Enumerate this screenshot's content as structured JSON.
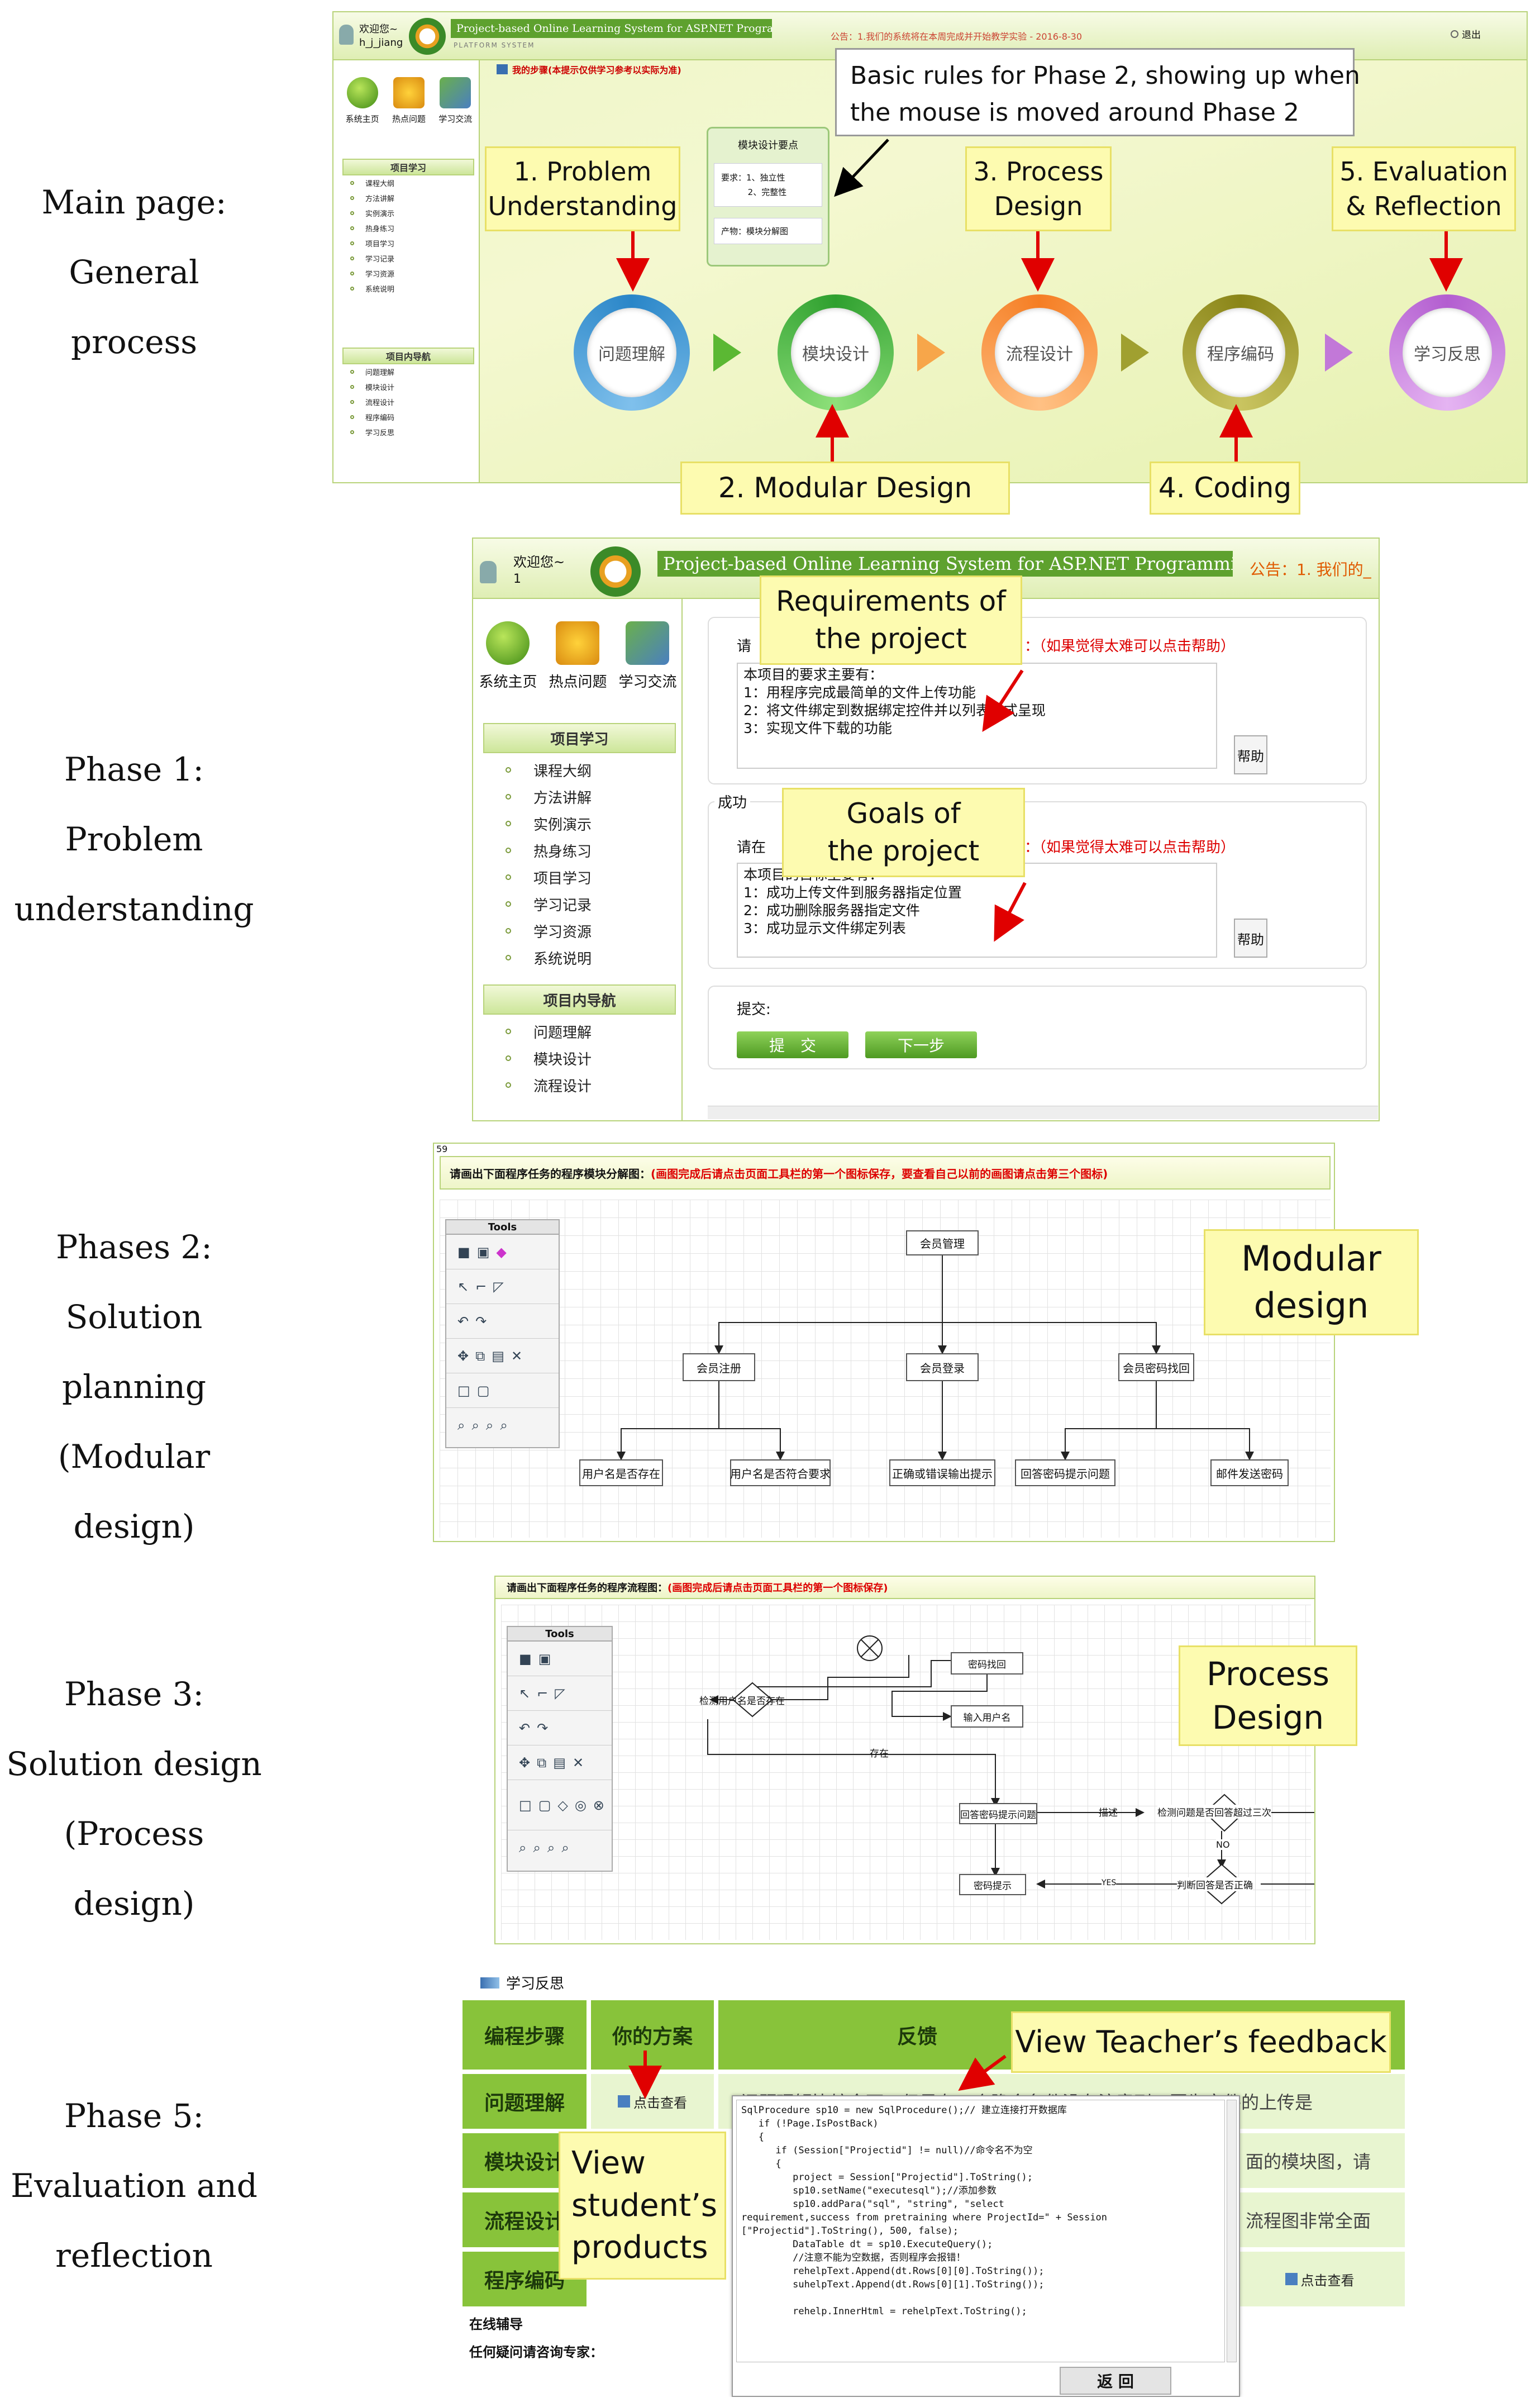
{
  "labels": {
    "main": [
      "Main page:",
      "General",
      "process"
    ],
    "phase1": [
      "Phase 1:",
      "Problem",
      "understanding"
    ],
    "phase2": [
      "Phases 2:",
      "Solution",
      "planning",
      "(Modular design)"
    ],
    "phase3": [
      "Phase 3:",
      "Solution design",
      "(Process design)"
    ],
    "phase5": [
      "Phase 5:",
      "Evaluation and",
      "reflection"
    ]
  },
  "main_page": {
    "app_title": "Project-based Online Learning System for ASP.NET Programming",
    "subtitle": "PLATFORM SYSTEM",
    "welcome": "欢迎您~",
    "user": "h_j_jiang",
    "notice": "公告：1.我们的系统将在本周完成并开始教学实验 - 2016-8-30",
    "logout": "退出",
    "nav_icons": [
      "系统主页",
      "热点问题",
      "学习交流"
    ],
    "sidebar_sections": [
      {
        "title": "项目学习",
        "items": [
          "课程大纲",
          "方法讲解",
          "实例演示",
          "热身练习",
          "项目学习",
          "学习记录",
          "学习资源",
          "系统说明"
        ]
      },
      {
        "title": "项目内导航",
        "items": [
          "问题理解",
          "模块设计",
          "流程设计",
          "程序编码",
          "学习反思"
        ]
      }
    ],
    "steps_banner": "我的步骤(本提示仅供学习参考以实际为准)",
    "tooltip": {
      "title": "模块设计要点",
      "req": "要求：1、独立性\n          2、完整性",
      "product": "产物：模块分解图"
    },
    "phases": [
      "问题理解",
      "模块设计",
      "流程设计",
      "程序编码",
      "学习反思"
    ],
    "callouts": {
      "problem": "1. Problem\nUnderstanding",
      "modular": "2. Modular Design",
      "process": "3. Process\nDesign",
      "coding": "4. Coding",
      "eval": "5. Evaluation\n& Reflection",
      "rules": "Basic rules for Phase 2, showing up when\nthe mouse is moved around Phase 2"
    }
  },
  "phase1_page": {
    "app_title": "Project-based Online Learning System for ASP.NET Programming",
    "welcome": "欢迎您~",
    "user": "1",
    "notice": "公告：1. 我们的_",
    "nav_icons": [
      "系统主页",
      "热点问题",
      "学习交流"
    ],
    "sidebar_sections": [
      {
        "title": "项目学习",
        "items": [
          "课程大纲",
          "方法讲解",
          "实例演示",
          "热身练习",
          "项目学习",
          "学习记录",
          "学习资源",
          "系统说明"
        ]
      },
      {
        "title": "项目内导航",
        "items": [
          "问题理解",
          "模块设计",
          "流程设计"
        ]
      }
    ],
    "req_label": "请",
    "help_hint": "：（如果觉得太难可以点击帮助）",
    "req_text": "本项目的要求主要有：\n1：用程序完成最简单的文件上传功能\n2：将文件绑定到数据绑定控件并以列表形式呈现\n3：实现文件下载的功能",
    "success_label": "成功",
    "goal_label": "请在",
    "goal_text": "本项目的目标主要有：\n1：成功上传文件到服务器指定位置\n2：成功删除服务器指定文件\n3：成功显示文件绑定列表",
    "help_button": "帮助",
    "submit_label": "提交:",
    "submit_button": "提　交",
    "next_button": "下一步",
    "callouts": {
      "requirements": "Requirements of\nthe project",
      "goals": "Goals of\nthe project"
    }
  },
  "phase2_page": {
    "corner": "59",
    "instruction": "请画出下面程序任务的程序模块分解图：",
    "instruction_hint": "(画图完成后请点击页面工具栏的第一个图标保存，要查看自己以前的画图请点击第三个图标)",
    "tools_title": "Tools",
    "nodes": {
      "root": "会员管理",
      "reg": "会员注册",
      "login": "会员登录",
      "recover": "会员密码找回",
      "l1": "用户名是否存在",
      "l2": "用户名是否符合要求",
      "l3": "正确或错误输出提示",
      "l4": "回答密码提示问题",
      "l5": "邮件发送密码"
    },
    "callout": "Modular\ndesign"
  },
  "phase3_page": {
    "instruction": "请画出下面程序任务的程序流程图：",
    "instruction_hint": "(画图完成后请点击页面工具栏的第一个图标保存)",
    "tools_title": "Tools",
    "nodes": {
      "find": "密码找回",
      "input": "输入用户名",
      "check_user": "检测用户名是否存在",
      "exists": "存在",
      "answer": "回答密码提示问题",
      "answer_label": "描述",
      "check3": "检测问题是否回答超过三次",
      "no": "NO",
      "yes": "YES",
      "judge": "判断回答是否正确",
      "hint": "密码提示"
    },
    "callout": "Process\nDesign"
  },
  "phase5_page": {
    "section_title": "学习反思",
    "headers": [
      "编程步骤",
      "你的方案",
      "反馈"
    ],
    "rows": [
      "问题理解",
      "模块设计",
      "流程设计",
      "程序编码"
    ],
    "view_link": "点击查看",
    "feedback1": "问题理解比较全面，但是有一个隐含条件没有注意到，因为文件的上传是",
    "feedback2": "面的模块图，请",
    "feedback3": "流程图非常全面",
    "online_help": "在线辅导",
    "question": "任何疑问请咨询专家：",
    "code": "SqlProcedure sp10 = new SqlProcedure();// 建立连接打开数据库\n   if (!Page.IsPostBack)\n   {\n      if (Session[\"Projectid\"] != null)//命令名不为空\n      {\n         project = Session[\"Projectid\"].ToString();\n         sp10.setName(\"executesql\");//添加参数\n         sp10.addPara(\"sql\", \"string\", \"select\nrequirement,success from pretraining where ProjectId=\" + Session\n[\"Projectid\"].ToString(), 500, false);\n         DataTable dt = sp10.ExecuteQuery();\n         //注意不能为空数据，否则程序会报错！\n         rehelpText.Append(dt.Rows[0][0].ToString());\n         suhelpText.Append(dt.Rows[0][1].ToString());\n\n         rehelp.InnerHtml = rehelpText.ToString();",
    "back_button": "返 回",
    "callouts": {
      "teacher": "View Teacher’s feedback",
      "student": "View\nstudent’s\nproducts"
    }
  },
  "colors": {
    "callout_bg": "#fdfbb0",
    "green": "#88c33a",
    "arrow_red": "#e00000",
    "title_red": "#cc0000"
  }
}
